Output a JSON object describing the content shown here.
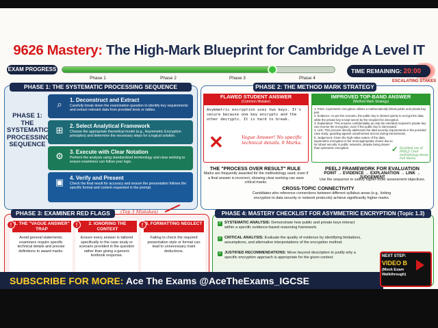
{
  "header": {
    "title_highlight": "9626 Mastery:",
    "title_rest": " The High-Mark Blueprint for Cambridge A Level IT"
  },
  "progress": {
    "label": "EXAM PROGRESS",
    "fraction": 0.77,
    "phases": [
      "Phase 1",
      "Phase 2",
      "Phase 3",
      "Phase 4"
    ],
    "timer_label": "TIME REMAINING:",
    "timer_value": "20:00",
    "escalating": "ESCALATING STAKES"
  },
  "phase1": {
    "title": "PHASE 1: THE SYSTEMATIC PROCESSING SEQUENCE",
    "side_label": "PHASE 1: THE SYSTEMATIC PROCESSING SEQUENCE",
    "steps": [
      {
        "title": "1. Deconstruct and Extract",
        "desc": "Carefully break down the examination question to identify key requirements and extract relevant data from provided texts or tables.",
        "icon": "magnifier-icon",
        "glyph": "⌕"
      },
      {
        "title": "2. Select Analytical Framework",
        "desc": "Choose the appropriate theoretical model (e.g., Asymmetric Encryption principles) and determine the necessary steps for a logical solution.",
        "icon": "flowchart-icon",
        "glyph": "⊞"
      },
      {
        "title": "3. Execute with Clear Notation",
        "desc": "Perform the analysis using standardized terminology and clear working to ensure examiners can follow your logic.",
        "icon": "gear-icon",
        "glyph": "⚙"
      },
      {
        "title": "4. Verify and Present",
        "desc": "Check the final result for accuracy and ensure the presentation follows the specific format and context requested in the prompt.",
        "icon": "presentation-icon",
        "glyph": "▣"
      }
    ]
  },
  "phase2": {
    "title": "PHASE 2: THE METHOD MARK STRATEGY",
    "flawed_title": "FLAWED STUDENT ANSWER",
    "flawed_sub": "(Common Mistake)",
    "flawed_text": "Asymmetric encryption uses two keys. It's secure because one key encrypts and the other decrypts. It is hard to break.",
    "flawed_note": "Vague Answer! No specific technical details. 0 Marks.",
    "improved_title": "IMPROVED TOP-BAND ANSWER",
    "improved_sub": "(Method Mark Strategy)",
    "improved_points": [
      "1. Point: Asymmetric encryption utilises a mathematically linked public and private key pair.",
      "2. Evidence: As per the scenario, the public key is shared openly to encrypt the data, while the private key is kept secret by the recipient for decryption.",
      "3. Explanation: This ensures confidentiality as only the intended recipient's private key can reverse the encryption, even if the public key is intercepted.",
      "4. Link: This process directly addresses the data security requirements in the provided case study, guarding against unauthorised access during transmission.",
      "5. Judgement: Given the high-value nature of the data, asymmetric encryption is the most appropriate choice due to its robust security in public networks, despite being slower than symmetric encryption."
    ],
    "improved_note": "Excellent use of PEELJ! Clear methodology shows Full Marks.",
    "rule_title": "THE \"PROCESS OVER RESULT\" RULE",
    "rule_text": "Marks are frequently awarded for the methodology used; even if a final answer is incorrect, showing clear working can save critical marks.",
    "peelj_title": "PEELJ FRAMEWORK FOR EVALUATION",
    "peelj_flow": "POINT → EVIDENCE → EXPLANATION → LINK → JUDGEMENT",
    "peelj_text": "Use the sequence to satisfy higher-order assessment objectives.",
    "cross_title": "CROSS-TOPIC CONNECTIVITY",
    "cross_text": "Candidates who reference connections between different syllabus areas (e.g., linking encryption to data security or network protocols) achieve significantly higher marks."
  },
  "phase3": {
    "title": "PHASE 3: EXAMINER RED FLAGS",
    "tag": "(Top 3 Mistakes)",
    "flags": [
      {
        "title": "1. THE \"VAGUE ANSWER\" TRAP",
        "desc": "Avoid general statements; examiners require specific technical details and precise definitions to award marks."
      },
      {
        "title": "2. IGNORING THE CONTEXT",
        "desc": "Ensure every answer is tailored specifically to the case study or scenario provided in the question rather than giving a generic textbook response."
      },
      {
        "title": "3. FORMATTING NEGLECT",
        "desc": "Failing to check the required presentation style or format can lead to unnecessary mark deductions."
      }
    ]
  },
  "phase4": {
    "title": "PHASE 4: MASTERY CHECKLIST FOR ASYMMETRIC ENCRYPTION (Topic 1.3)",
    "items": [
      {
        "label": "SYSTEMATIC ANALYSIS:",
        "text": "Demonstrate how public and private keys interact within a specific evidence-based reasoning framework."
      },
      {
        "label": "CRITICAL ANALYSIS:",
        "text": "Evaluate the quality of evidence by identifying limitations, assumptions, and alternative interpretations of the encryption method."
      },
      {
        "label": "JUSTIFIED RECOMMENDATIONS:",
        "text": "Move beyond description to justify why a specific encryption approach is appropriate for the given context."
      }
    ]
  },
  "footer": {
    "subscribe": "SUBSCRIBE FOR MORE:",
    "channel": "Ace The Exams @AceTheExams_IGCSE",
    "next_label": "NEXT STEP:",
    "next_video": "VIDEO B",
    "next_sub": "(Mock Exam Walkthrough)"
  },
  "colors": {
    "navy": "#1b2a4e",
    "red": "#d6191c",
    "green": "#2c9a30",
    "step1": "#1c4e86",
    "step2": "#1d6a76",
    "step3": "#1b7a58",
    "step4": "#1a5a9a"
  }
}
